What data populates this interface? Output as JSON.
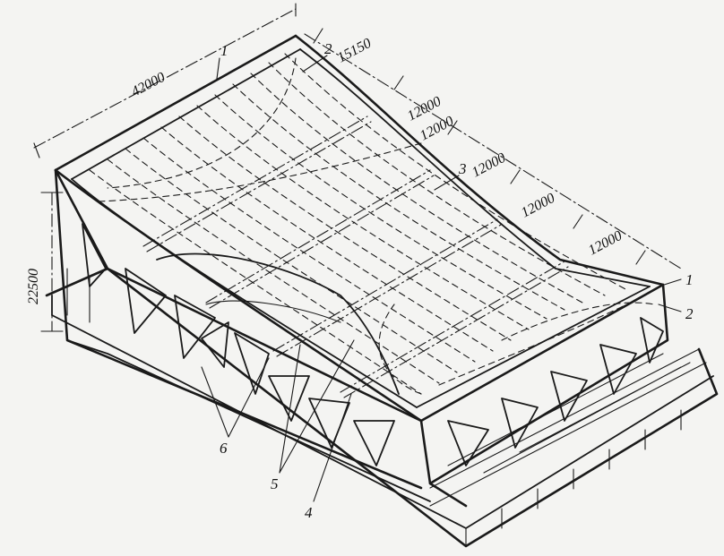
{
  "dimensions": {
    "length": "42000",
    "height": "22500",
    "span_first": "15150",
    "span_1": "12000",
    "span_2": "12000",
    "span_3": "12000",
    "span_4": "12000",
    "span_5": "12000"
  },
  "callouts": {
    "c1_top": "1",
    "c2_top": "2",
    "c3": "3",
    "c1_right": "1",
    "c2_right": "2",
    "c4": "4",
    "c5": "5",
    "c6": "6"
  }
}
